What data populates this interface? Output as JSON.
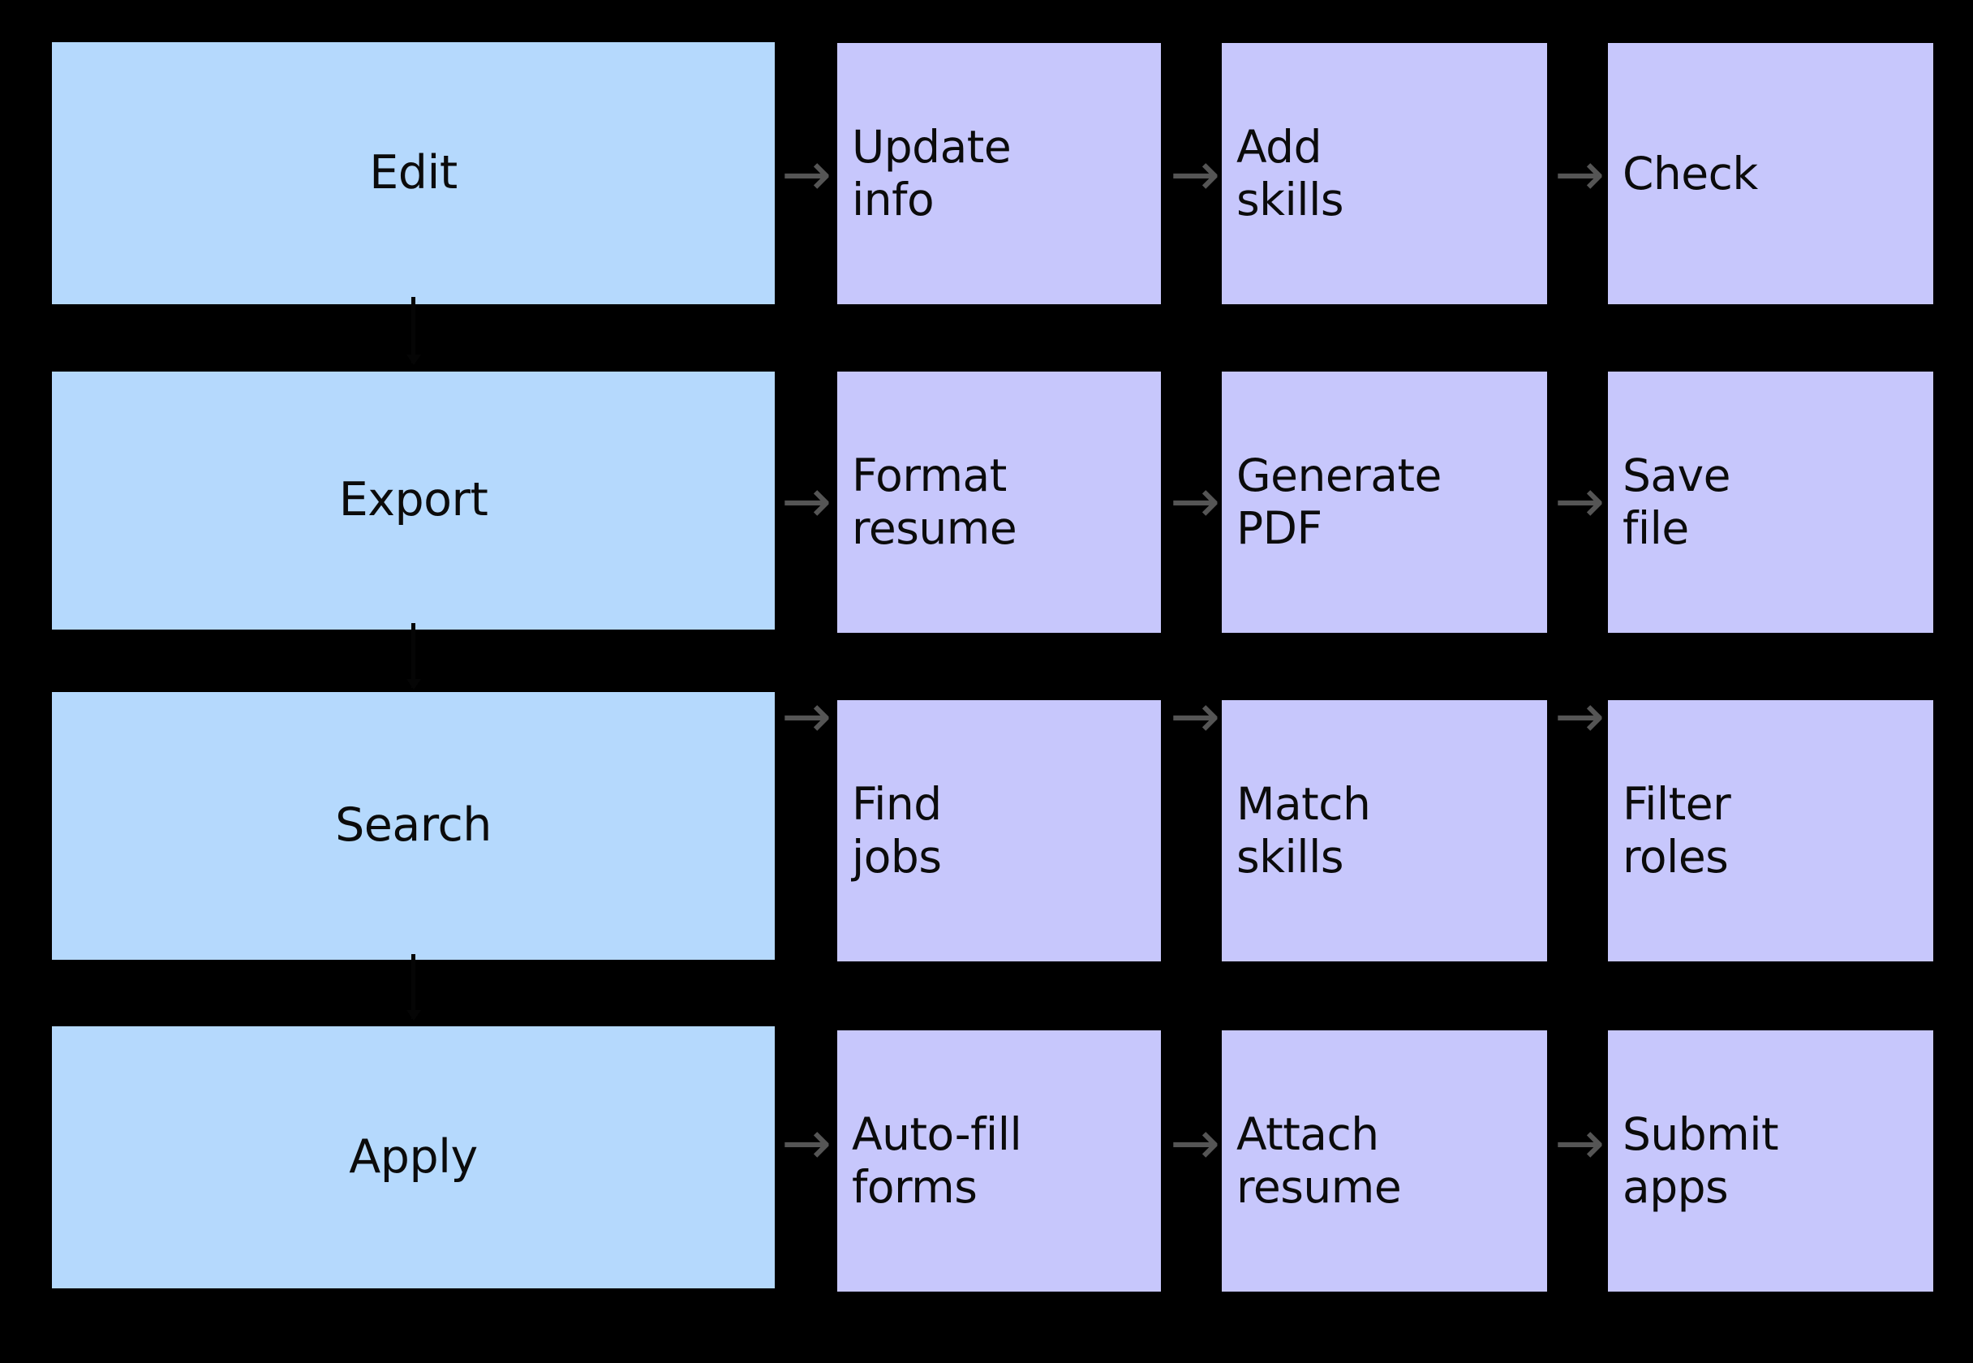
{
  "diagram": {
    "type": "flowchart-grid",
    "background_color": "#000000",
    "stage_color": "#b5d9fd",
    "step_color": "#c7c7fc",
    "arrow_color": "#555555",
    "arrow_glyph": "→",
    "rows": [
      {
        "stage": "Edit",
        "steps": [
          "Update\ninfo",
          "Add\nskills",
          "Check"
        ]
      },
      {
        "stage": "Export",
        "steps": [
          "Format\nresume",
          "Generate\nPDF",
          "Save\nfile"
        ]
      },
      {
        "stage": "Search",
        "steps": [
          "Find\njobs",
          "Match\nskills",
          "Filter\nroles"
        ]
      },
      {
        "stage": "Apply",
        "steps": [
          "Auto-fill\nforms",
          "Attach\nresume",
          "Submit\napps"
        ]
      }
    ]
  }
}
